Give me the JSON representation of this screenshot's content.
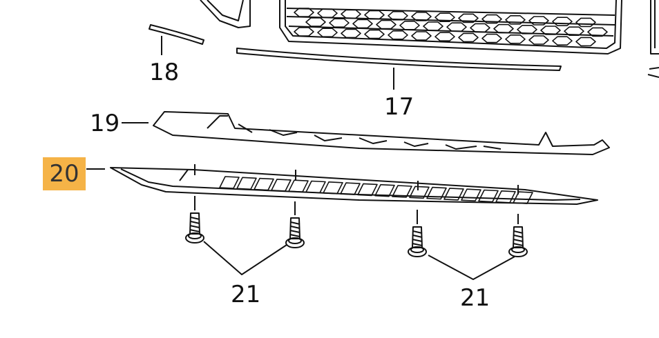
{
  "callouts": {
    "part_17": "17",
    "part_18": "18",
    "part_19": "19",
    "part_20": "20",
    "part_21_left": "21",
    "part_21_right": "21"
  },
  "highlight": {
    "part": "20",
    "color": "#F5B347"
  }
}
